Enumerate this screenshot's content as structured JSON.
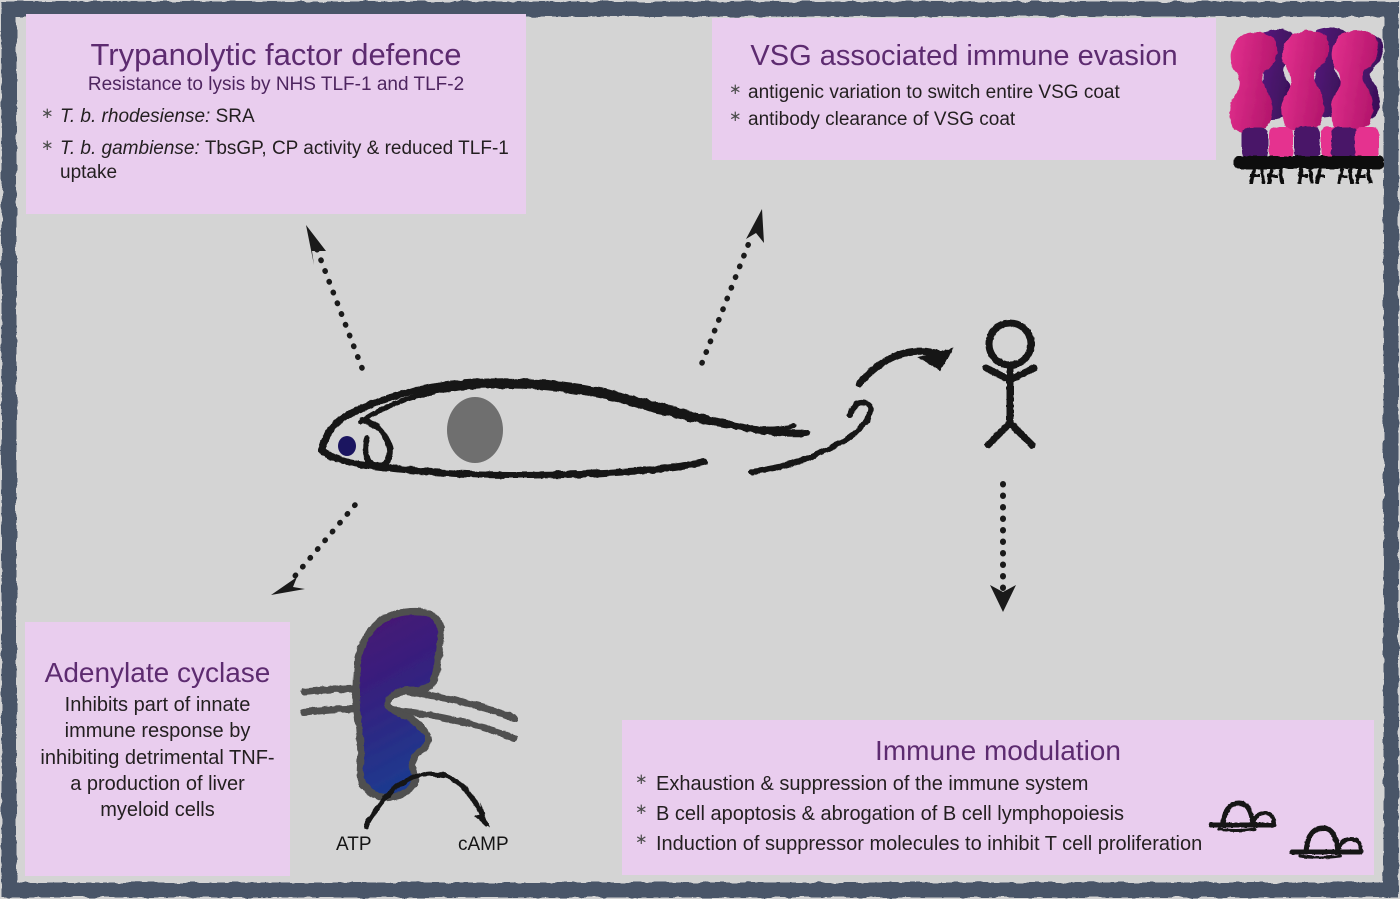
{
  "figure": {
    "background_color": "#d4d4d4",
    "box_color": "#e9cdee",
    "title_color": "#5d2b70",
    "body_color": "#231f20",
    "frame_color": "#4a5568"
  },
  "boxes": {
    "trypanolytic": {
      "title": "Trypanolytic factor defence",
      "subtitle": "Resistance to lysis by NHS TLF-1 and TLF-2",
      "bullets": [
        {
          "species": "T. b. rhodesiense:",
          "detail": " SRA"
        },
        {
          "species": "T. b. gambiense:",
          "detail": " TbsGP, CP activity & reduced TLF-1 uptake"
        }
      ]
    },
    "vsg": {
      "title": "VSG associated immune evasion",
      "bullets": [
        "antigenic variation to switch entire VSG coat",
        "antibody clearance of VSG coat"
      ]
    },
    "adenylate": {
      "title": "Adenylate cyclase",
      "body": "Inhibits part of innate immune response by inhibiting detrimental TNF-a production of liver myeloid cells"
    },
    "immune_modulation": {
      "title": "Immune modulation",
      "bullets": [
        "Exhaustion & suppression of the immune system",
        "B cell apoptosis & abrogation of B cell lymphopoiesis",
        "Induction of suppressor molecules to inhibit T cell proliferation"
      ]
    }
  },
  "labels": {
    "atp": "ATP",
    "camp": "cAMP",
    "bullet_glyph": "∗"
  },
  "illustrations": {
    "vsg_coat": {
      "name": "vsg-coat-illustration",
      "colors": [
        "#e0308b",
        "#5a1d7a",
        "#3d1258"
      ]
    },
    "trypanosome": {
      "name": "trypanosome-illustration",
      "kinetoplast_color": "#1c1560",
      "nucleus_color": "#6e6e6e"
    },
    "human": {
      "name": "human-stick-figure"
    },
    "adenylate_cyclase": {
      "name": "adenylate-cyclase-enzyme",
      "colors": [
        "#4b1a72",
        "#25297e",
        "#1e3a8a"
      ]
    },
    "cell_icons": {
      "name": "cell-membrane-icon",
      "count": 2
    }
  },
  "arrows": [
    {
      "name": "arrow-to-trypanolytic",
      "direction": "up-left"
    },
    {
      "name": "arrow-to-vsg",
      "direction": "up-right"
    },
    {
      "name": "arrow-to-adenylate",
      "direction": "down-left"
    },
    {
      "name": "arrow-to-immune-modulation",
      "direction": "down"
    },
    {
      "name": "arrow-trypanosome-to-human",
      "direction": "right-curved"
    }
  ]
}
